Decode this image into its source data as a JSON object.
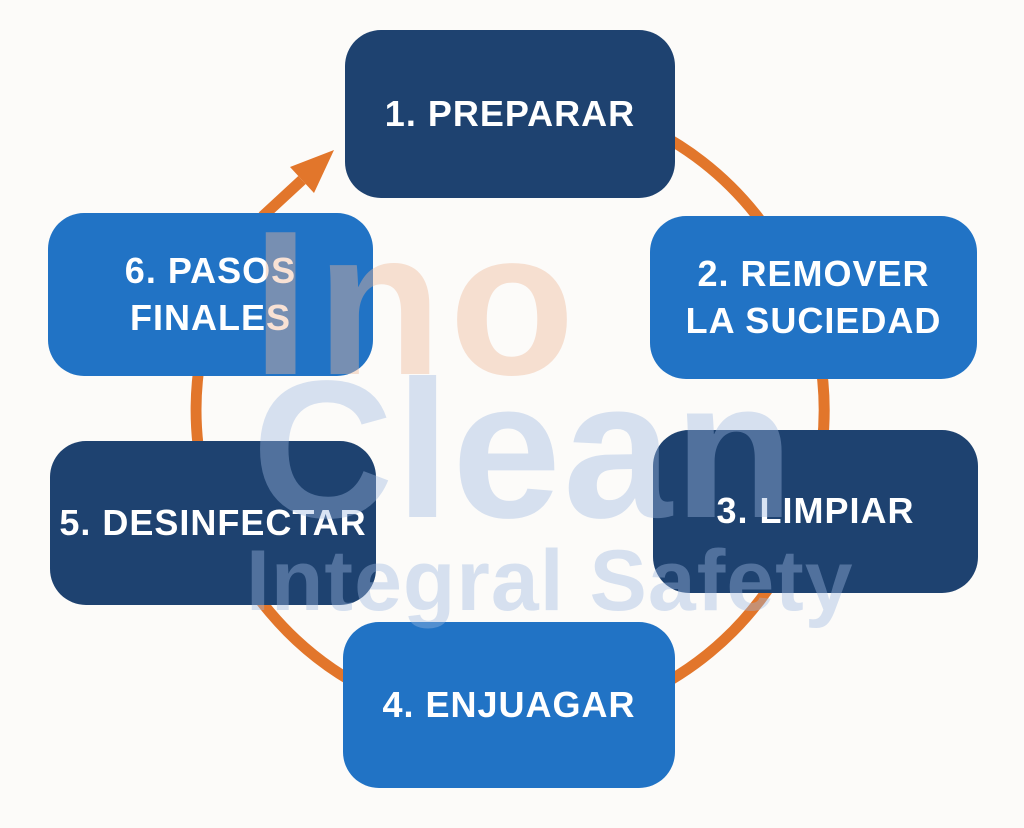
{
  "colors": {
    "background": "#fcfbf9",
    "dark_box": "#1e4270",
    "light_box": "#2173c5",
    "box_text": "#ffffff",
    "ring_orange": "#e2762b",
    "watermark_salmon": "rgba(238,183,152,0.42)",
    "watermark_blue": "rgba(158,184,226,0.40)"
  },
  "watermark": {
    "line1": "Ino",
    "line2": "Clean",
    "line3": "Integral Safety"
  },
  "cycle": {
    "steps": [
      {
        "id": 1,
        "lines": [
          "1. PREPARAR"
        ],
        "variant": "dark",
        "position": "top"
      },
      {
        "id": 2,
        "lines": [
          "2. REMOVER",
          "LA SUCIEDAD"
        ],
        "variant": "light",
        "position": "upper-right"
      },
      {
        "id": 3,
        "lines": [
          "3. LIMPIAR"
        ],
        "variant": "dark",
        "position": "lower-right"
      },
      {
        "id": 4,
        "lines": [
          "4. ENJUAGAR"
        ],
        "variant": "light",
        "position": "bottom"
      },
      {
        "id": 5,
        "lines": [
          "5. DESINFECTAR"
        ],
        "variant": "dark",
        "position": "lower-left"
      },
      {
        "id": 6,
        "lines": [
          "6. PASOS",
          "FINALES"
        ],
        "variant": "light",
        "position": "upper-left"
      }
    ]
  }
}
